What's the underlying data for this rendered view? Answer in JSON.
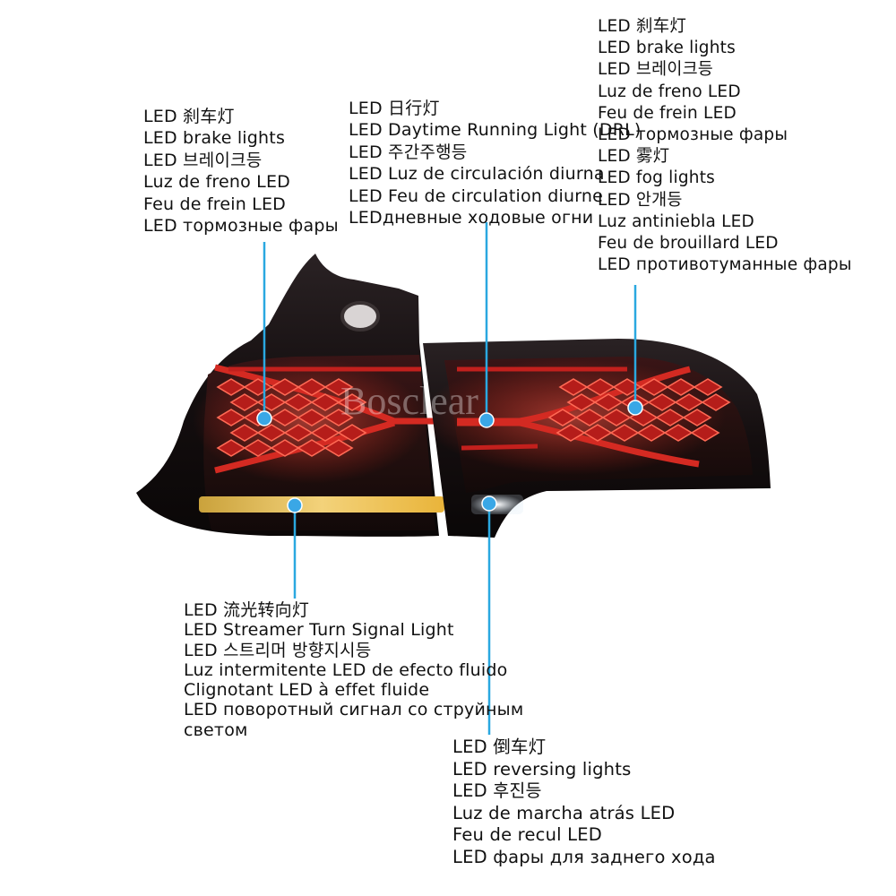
{
  "watermark": "Bosclear",
  "colors": {
    "callout_line": "#2aa8e0",
    "marker": "#3aa7e6",
    "housing": "#140e0f",
    "brake_red": "#c3201d",
    "turn_amber": "#e9b43a",
    "reverse_white": "#f2f6fb"
  },
  "callouts": {
    "brake_left": {
      "lines": [
        "LED 刹车灯",
        "LED brake lights",
        "LED 브레이크등",
        "Luz de freno LED",
        "Feu de frein LED",
        "LED тормозные фары"
      ]
    },
    "drl": {
      "lines": [
        "LED 日行灯",
        "LED Daytime Running Light (DRL)",
        "LED 주간주행등",
        "LED Luz de circulación diurna",
        "LED Feu de circulation diurne",
        "LEDдневные ходовые огни"
      ]
    },
    "brake_fog_right": {
      "lines": [
        "LED 刹车灯",
        "LED brake lights",
        "LED 브레이크등",
        "Luz de freno LED",
        "Feu de frein LED",
        "LED тормозные фары",
        "LED 雾灯",
        "LED fog lights",
        "LED 안개등",
        "Luz antiniebla LED",
        "Feu de brouillard LED",
        "LED противотуманные фары"
      ]
    },
    "turn_signal": {
      "lines": [
        "LED 流光转向灯",
        "LED Streamer Turn Signal Light",
        "LED 스트리머 방향지시등",
        "Luz intermitente LED de efecto fluido",
        "Clignotant LED à effet fluide",
        "LED поворотный сигнал со струйным",
        "светом"
      ]
    },
    "reversing": {
      "lines": [
        "LED 倒车灯",
        "LED reversing lights",
        "LED 후진등",
        "Luz de marcha atrás LED",
        "Feu de recul LED",
        "LED фары для заднего хода"
      ]
    }
  }
}
